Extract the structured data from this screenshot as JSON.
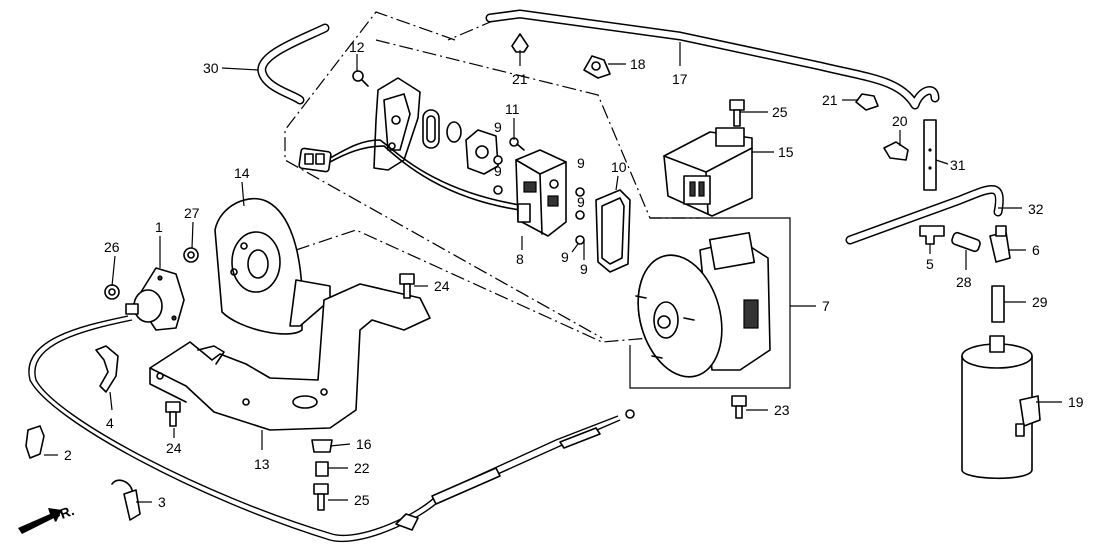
{
  "diagram": {
    "direction_label": "FR.",
    "callouts": [
      {
        "id": "1",
        "label": "1"
      },
      {
        "id": "2",
        "label": "2"
      },
      {
        "id": "3",
        "label": "3"
      },
      {
        "id": "4",
        "label": "4"
      },
      {
        "id": "5",
        "label": "5"
      },
      {
        "id": "6",
        "label": "6"
      },
      {
        "id": "7",
        "label": "7"
      },
      {
        "id": "8",
        "label": "8"
      },
      {
        "id": "9a",
        "label": "9"
      },
      {
        "id": "9b",
        "label": "9"
      },
      {
        "id": "9c",
        "label": "9"
      },
      {
        "id": "9d",
        "label": "9"
      },
      {
        "id": "9e",
        "label": "9"
      },
      {
        "id": "9f",
        "label": "9"
      },
      {
        "id": "10",
        "label": "10"
      },
      {
        "id": "11",
        "label": "11"
      },
      {
        "id": "12",
        "label": "12"
      },
      {
        "id": "13",
        "label": "13"
      },
      {
        "id": "14",
        "label": "14"
      },
      {
        "id": "15",
        "label": "15"
      },
      {
        "id": "16",
        "label": "16"
      },
      {
        "id": "17",
        "label": "17"
      },
      {
        "id": "18",
        "label": "18"
      },
      {
        "id": "19",
        "label": "19"
      },
      {
        "id": "20",
        "label": "20"
      },
      {
        "id": "21a",
        "label": "21"
      },
      {
        "id": "21b",
        "label": "21"
      },
      {
        "id": "22",
        "label": "22"
      },
      {
        "id": "23",
        "label": "23"
      },
      {
        "id": "24a",
        "label": "24"
      },
      {
        "id": "24b",
        "label": "24"
      },
      {
        "id": "25a",
        "label": "25"
      },
      {
        "id": "25b",
        "label": "25"
      },
      {
        "id": "26",
        "label": "26"
      },
      {
        "id": "27",
        "label": "27"
      },
      {
        "id": "28",
        "label": "28"
      },
      {
        "id": "29",
        "label": "29"
      },
      {
        "id": "30",
        "label": "30"
      },
      {
        "id": "31",
        "label": "31"
      },
      {
        "id": "32",
        "label": "32"
      }
    ]
  }
}
